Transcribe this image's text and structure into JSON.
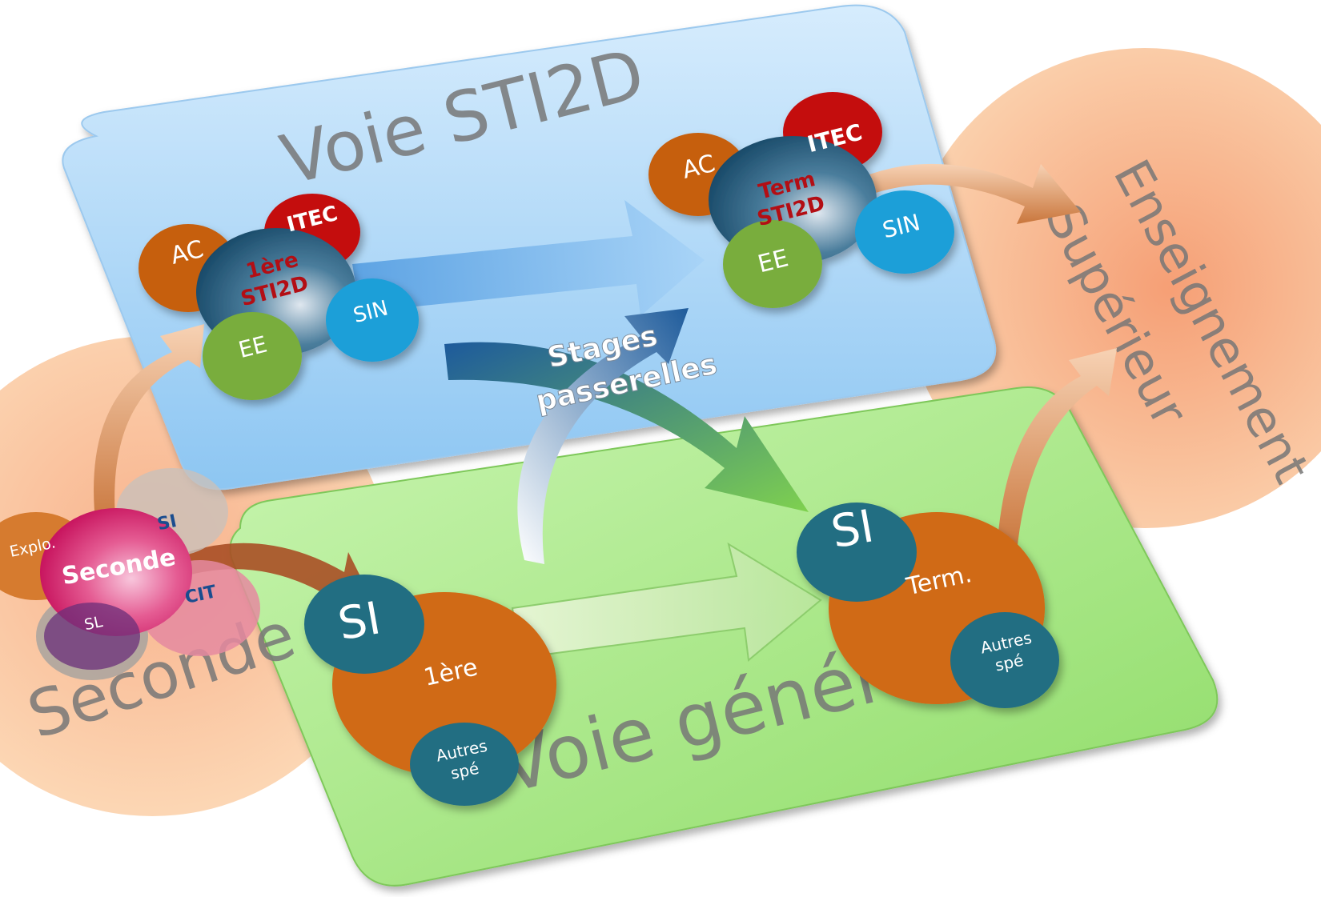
{
  "lanes": {
    "sti2d": "Voie STI2D",
    "generale": "Voie générale",
    "seconde": "Seconde",
    "superieur_line1": "Enseignement",
    "superieur_line2": "Supérieur"
  },
  "seconde_cluster": {
    "center": "Seconde",
    "explo": "Explo.",
    "si": "SI",
    "cit": "CIT",
    "sl": "SL"
  },
  "sti2d_premiere": {
    "center_line1": "1ère",
    "center_line2": "STI2D",
    "ac": "AC",
    "itec": "ITEC",
    "sin": "SIN",
    "ee": "EE"
  },
  "sti2d_terminale": {
    "center_line1": "Term",
    "center_line2": "STI2D",
    "ac": "AC",
    "itec": "ITEC",
    "sin": "SIN",
    "ee": "EE"
  },
  "gen_premiere": {
    "center": "1ère",
    "si": "SI",
    "autres_line1": "Autres",
    "autres_line2": "spé"
  },
  "gen_terminale": {
    "center": "Term.",
    "si": "SI",
    "autres_line1": "Autres",
    "autres_line2": "spé"
  },
  "passerelles": {
    "line1": "Stages",
    "line2": "passerelles"
  },
  "colors": {
    "sti2d_panel": "#bcdff8",
    "generale_panel": "#a6ea84",
    "peach": "#f9c49a",
    "orange_node": "#d06a12",
    "teal_node": "#236e82",
    "red_node": "#c40a10",
    "sin_blue": "#1a9fd8",
    "ee_green": "#79ad3c",
    "center_dark": "#1d4a6a",
    "seconde_pink": "#d61e6c"
  }
}
